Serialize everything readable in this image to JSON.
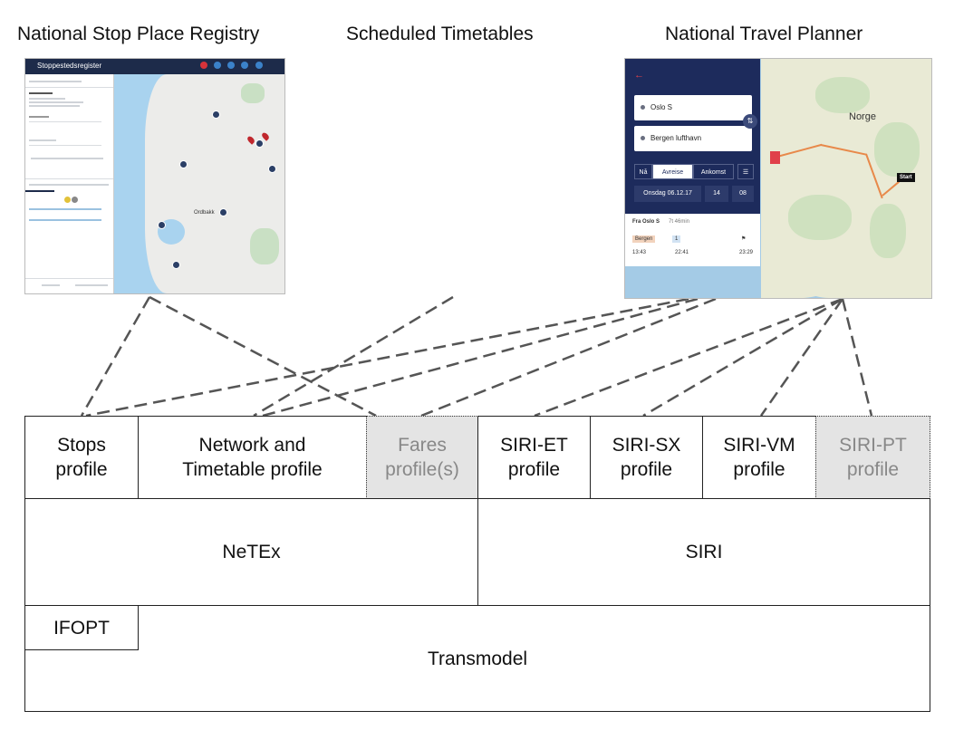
{
  "top_labels": {
    "stop_registry": "National Stop Place Registry",
    "timetables": "Scheduled Timetables",
    "travel_planner": "National Travel Planner"
  },
  "profiles": [
    {
      "label": "Stops\nprofile",
      "greyed": false
    },
    {
      "label": "Network and\nTimetable profile",
      "greyed": false
    },
    {
      "label": "Fares\nprofile(s)",
      "greyed": true
    },
    {
      "label": "SIRI-ET\nprofile",
      "greyed": false
    },
    {
      "label": "SIRI-SX\nprofile",
      "greyed": false
    },
    {
      "label": "SIRI-VM\nprofile",
      "greyed": false
    },
    {
      "label": "SIRI-PT\nprofile",
      "greyed": true
    }
  ],
  "standards": {
    "netex": "NeTEx",
    "siri": "SIRI",
    "ifopt": "IFOPT",
    "transmodel": "Transmodel"
  },
  "colors": {
    "greyed_fill": "#e4e4e4",
    "line": "#555555",
    "app_navy": "#1d2b5c",
    "route_orange": "#e8894a"
  },
  "stop_registry_app": {
    "title": "Stoppestedsregister",
    "map_place": "Ordbakk"
  },
  "travel_planner_app": {
    "from": "Oslo S",
    "to": "Bergen lufthavn",
    "tab_now": "Nå",
    "tab_depart": "Avreise",
    "tab_arrive": "Ankomst",
    "date": "Onsdag 06.12.17",
    "hour": "14",
    "minute": "08",
    "result_from": "Fra Oslo S",
    "duration": "7t 46min",
    "leg1": "Bergen",
    "leg2": "1",
    "time_dep": "13:43",
    "time_mid": "22:41",
    "time_arr": "23:29",
    "map_country": "Norge",
    "map_start": "Start"
  }
}
